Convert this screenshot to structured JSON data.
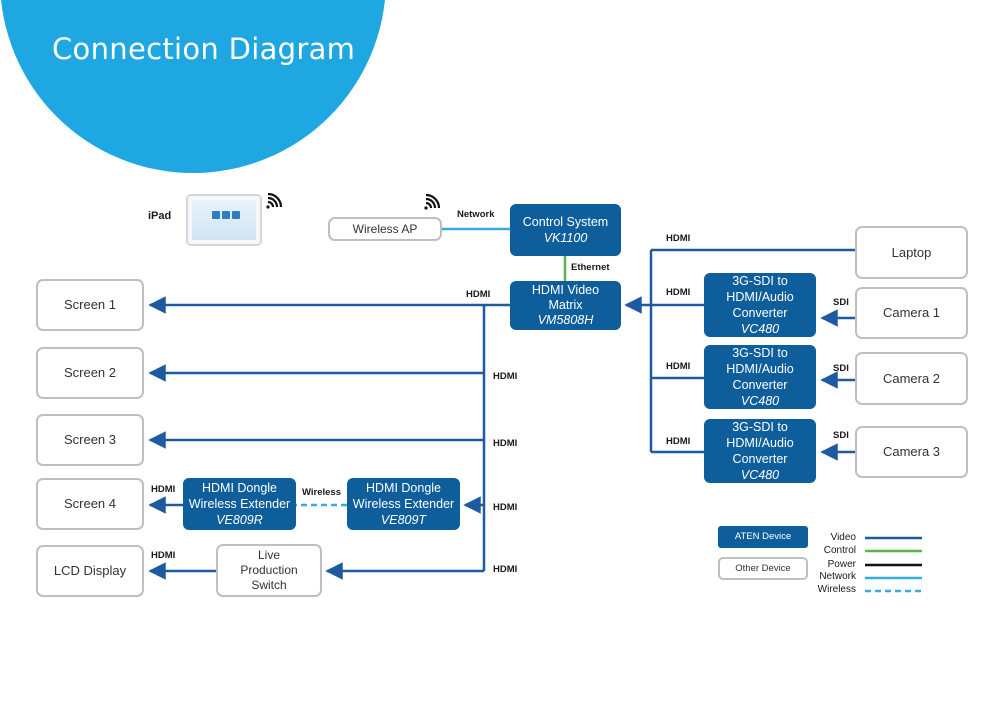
{
  "header": {
    "title": "Connection Diagram"
  },
  "colors": {
    "video": "#1f5aa0",
    "control": "#5cb547",
    "power": "#111111",
    "network": "#3aa9e0",
    "wireless": "#3aa9e0",
    "aten_fill": "#0f5e9c",
    "other_border": "#bfbfbf",
    "title_blob": "#1ea7e1"
  },
  "devices": {
    "ipad": {
      "label": "iPad",
      "icon": "tablet-icon"
    },
    "wireless_ap": {
      "label": "Wireless AP"
    },
    "control_system": {
      "name": "Control  System",
      "model": "VK1100"
    },
    "matrix": {
      "name_line1": "HDMI Video",
      "name_line2": "Matrix",
      "model": "VM5808H"
    },
    "screen1": {
      "label": "Screen 1"
    },
    "screen2": {
      "label": "Screen 2"
    },
    "screen3": {
      "label": "Screen 3"
    },
    "screen4": {
      "label": "Screen 4"
    },
    "lcd": {
      "label": "LCD Display"
    },
    "ve_r": {
      "line1": "HDMI Dongle",
      "line2": "Wireless Extender",
      "model": "VE809R"
    },
    "ve_t": {
      "line1": "HDMI Dongle",
      "line2": "Wireless Extender",
      "model": "VE809T"
    },
    "live_switch": {
      "line1": "Live",
      "line2": "Production",
      "line3": "Switch"
    },
    "laptop": {
      "label": "Laptop"
    },
    "camera1": {
      "label": "Camera  1"
    },
    "camera2": {
      "label": "Camera  2"
    },
    "camera3": {
      "label": "Camera  3"
    },
    "converter": {
      "line1": "3G-SDI to",
      "line2": "HDMI/Audio",
      "line3": "Converter",
      "model": "VC480"
    }
  },
  "labels": {
    "network": "Network",
    "ethernet": "Ethernet",
    "hdmi": "HDMI",
    "sdi": "SDI",
    "wireless": "Wireless"
  },
  "legend": {
    "aten_device": "ATEN Device",
    "other_device": "Other Device",
    "video": "Video",
    "control": "Control",
    "power": "Power",
    "network": "Network",
    "wireless": "Wireless"
  }
}
